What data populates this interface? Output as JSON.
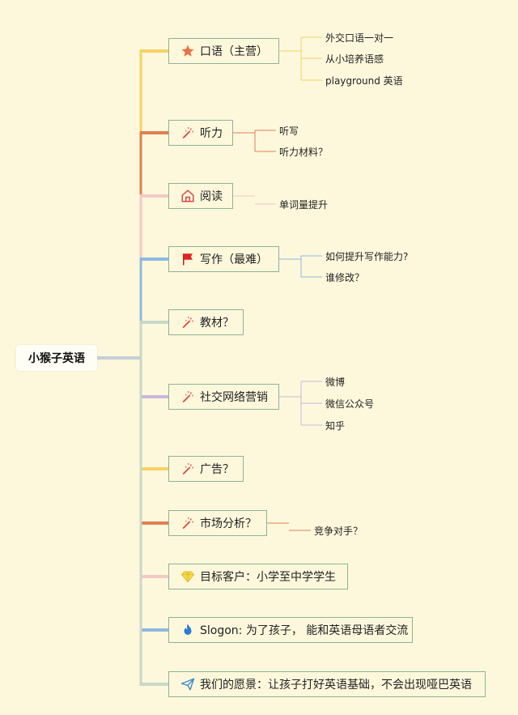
{
  "root": {
    "label": "小猴子英语"
  },
  "topics": [
    {
      "label": "口语（主营）",
      "icon": "star-icon",
      "color": "#f5d266",
      "children": [
        "外交口语一对一",
        "从小培养语感",
        "playground 英语"
      ]
    },
    {
      "label": "听力",
      "icon": "magic-wand-icon",
      "color": "#e08050",
      "children": [
        "听写",
        "听力材料？"
      ]
    },
    {
      "label": "阅读",
      "icon": "house-icon",
      "color": "#f4c9c4",
      "children": [
        "单词量提升"
      ]
    },
    {
      "label": "写作（最难）",
      "icon": "flag-icon",
      "color": "#8fb7e2",
      "children": [
        "如何提升写作能力?",
        "谁修改？"
      ]
    },
    {
      "label": "教材？",
      "icon": "magic-wand-icon",
      "color": "#c9d8c6",
      "children": []
    },
    {
      "label": "社交网络营销",
      "icon": "magic-wand-icon",
      "color": "#cbb6de",
      "children": [
        "微博",
        "微信公众号",
        "知乎"
      ]
    },
    {
      "label": "广告？",
      "icon": "magic-wand-icon",
      "color": "#f5d266",
      "children": []
    },
    {
      "label": "市场分析？",
      "icon": "magic-wand-icon",
      "color": "#e08050",
      "children": [
        "竞争对手？"
      ]
    },
    {
      "label": "目标客户：小学至中学学生",
      "icon": "diamond-icon",
      "color": "#f4c9c4",
      "children": []
    },
    {
      "label": "Slogon: 为了孩子， 能和英语母语者交流",
      "icon": "fire-icon",
      "color": "#8fb7e2",
      "children": []
    },
    {
      "label": "我们的愿景：让孩子打好英语基础，不会出现哑巴英语",
      "icon": "paper-plane-icon",
      "color": "#c9d8c6",
      "children": []
    }
  ]
}
